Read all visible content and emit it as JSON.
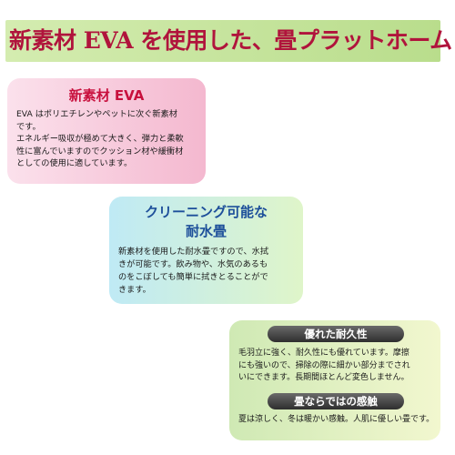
{
  "banner": {
    "title": "新素材 EVA を使用した、畳プラットホーム"
  },
  "eva_card": {
    "title": "新素材 EVA",
    "lines": [
      "EVA はポリエチレンやペットに次ぐ新素材",
      "です。",
      "エネルギー吸収が極めて大きく、弾力と柔軟",
      "性に富んでいますのでクッション材や緩衝材",
      "としての使用に適しています。"
    ]
  },
  "cleaning_card": {
    "title_line1": "クリーニング可能な",
    "title_line2": "耐水畳",
    "lines": [
      "新素材を使用した耐水畳ですので、水拭",
      "きが可能です。飲み物や、水気のあるも",
      "のをこぼしても簡単に拭きとることがで",
      "きます。"
    ]
  },
  "durability_card": {
    "heading1": "優れた耐久性",
    "body1_lines": [
      "毛羽立に強く、耐久性にも優れています。摩擦",
      "にも強いので、掃除の際に細かい部分までされ",
      "いにできます。長期間ほとんど変色しません。"
    ],
    "heading2": "畳ならではの感触",
    "body2_lines": [
      "夏は涼しく、冬は暖かい感触。人肌に優しい畳です。"
    ]
  }
}
